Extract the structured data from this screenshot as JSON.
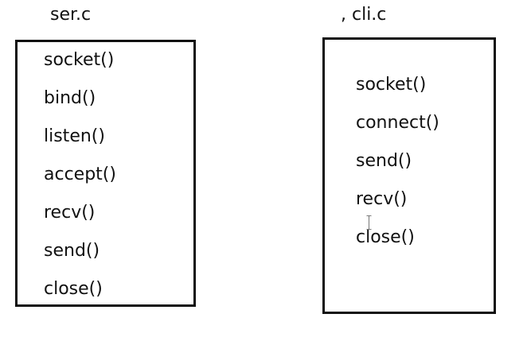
{
  "server": {
    "title": "ser.c",
    "functions": [
      "socket()",
      "bind()",
      "listen()",
      "accept()",
      "recv()",
      "send()",
      "close()"
    ]
  },
  "client": {
    "title": ", cli.c",
    "functions": [
      "socket()",
      "connect()",
      "send()",
      "recv()",
      "close()"
    ]
  },
  "cursor_icon": "text-cursor-icon",
  "colors": {
    "ink": "#111111",
    "background": "#ffffff",
    "cursor": "#777777"
  }
}
